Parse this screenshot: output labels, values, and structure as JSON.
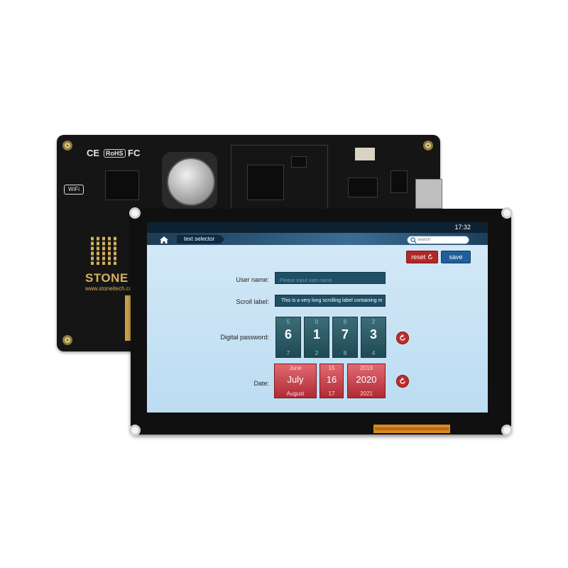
{
  "pcb": {
    "certifications": [
      "CE",
      "RoHS",
      "FC"
    ],
    "wifi_badge": "WiFi",
    "brand": "STONE",
    "brand_url": "www.stoneitech.com"
  },
  "screen": {
    "clock": "17:32",
    "nav": {
      "home_icon": "home-icon",
      "breadcrumb": "text selector"
    },
    "search": {
      "placeholder": "search",
      "icon": "search-icon"
    },
    "buttons": {
      "reset_label": "reset",
      "reset_icon": "refresh-icon",
      "save_label": "save"
    },
    "form": {
      "username": {
        "label": "User name:",
        "placeholder": "Please input user name"
      },
      "scroll": {
        "label": "Scroll label:",
        "value": "This is a very long scrolling label containing m"
      },
      "password": {
        "label": "Digital password:",
        "columns": [
          {
            "prev": "5",
            "current": "6",
            "next": "7"
          },
          {
            "prev": "0",
            "current": "1",
            "next": "2"
          },
          {
            "prev": "6",
            "current": "7",
            "next": "8"
          },
          {
            "prev": "2",
            "current": "3",
            "next": "4"
          }
        ]
      },
      "date": {
        "label": "Date:",
        "month": {
          "prev": "June",
          "current": "July",
          "next": "August"
        },
        "day": {
          "prev": "15",
          "current": "16",
          "next": "17"
        },
        "year": {
          "prev": "2019",
          "current": "2020",
          "next": "2021"
        }
      }
    }
  },
  "colors": {
    "accent_red": "#b22828",
    "accent_blue": "#1f5e9c",
    "field_bg": "#1f4f66",
    "screen_bg": "#cfe6f6"
  }
}
